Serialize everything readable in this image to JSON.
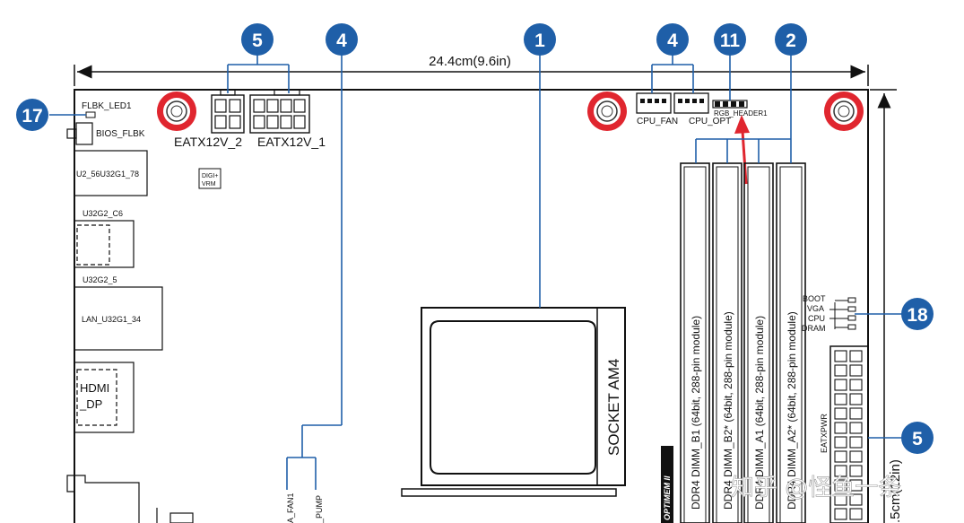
{
  "dimensions": {
    "width_label": "24.4cm(9.6in)",
    "height_label": ".5cm(12in)"
  },
  "badges": {
    "b17": "17",
    "b5_top": "5",
    "b4_left": "4",
    "b1": "1",
    "b4_right": "4",
    "b11": "11",
    "b2": "2",
    "b18": "18",
    "b5_right": "5"
  },
  "labels": {
    "flbk_led": "FLBK_LED1",
    "bios_flbk": "BIOS_FLBK",
    "eatx12v_2": "EATX12V_2",
    "eatx12v_1": "EATX12V_1",
    "cpu_fan": "CPU_FAN",
    "cpu_opt": "CPU_OPT",
    "rgb_header": "RGB_HEADER1",
    "digi_vrm_1": "DIGI+",
    "digi_vrm_2": "VRM",
    "u2_usb": "U2_56U32G1_78",
    "u32g2_c6": "U32G2_C6",
    "u32g2_5": "U32G2_5",
    "lan_usb": "LAN_U32G1_34",
    "hdmi_1": "HDMI",
    "hdmi_2": "_DP",
    "socket": "SOCKET AM4",
    "optimem": "OPTIMEM II",
    "boot": "BOOT",
    "vga": "VGA",
    "cpu": "CPU",
    "dram": "DRAM",
    "eatxpwr": "EATXPWR",
    "aio_fan": "A_FAN1",
    "aio_pump": "_PUMP"
  },
  "dimm_slots": [
    "DDR4 DIMM_B1 (64bit, 288-pin module)",
    "DDR4 DIMM_B2* (64bit, 288-pin module)",
    "DDR4 DIMM_A1 (64bit, 288-pin module)",
    "DDR4 DIMM_A2* (64bit, 288-pin module)"
  ],
  "watermark": "知乎 @怪鱼一条",
  "colors": {
    "badge": "#1f5fa8",
    "mount_ring": "#e0262f",
    "arrow_red": "#e0262f",
    "line": "#1a1a1a"
  }
}
